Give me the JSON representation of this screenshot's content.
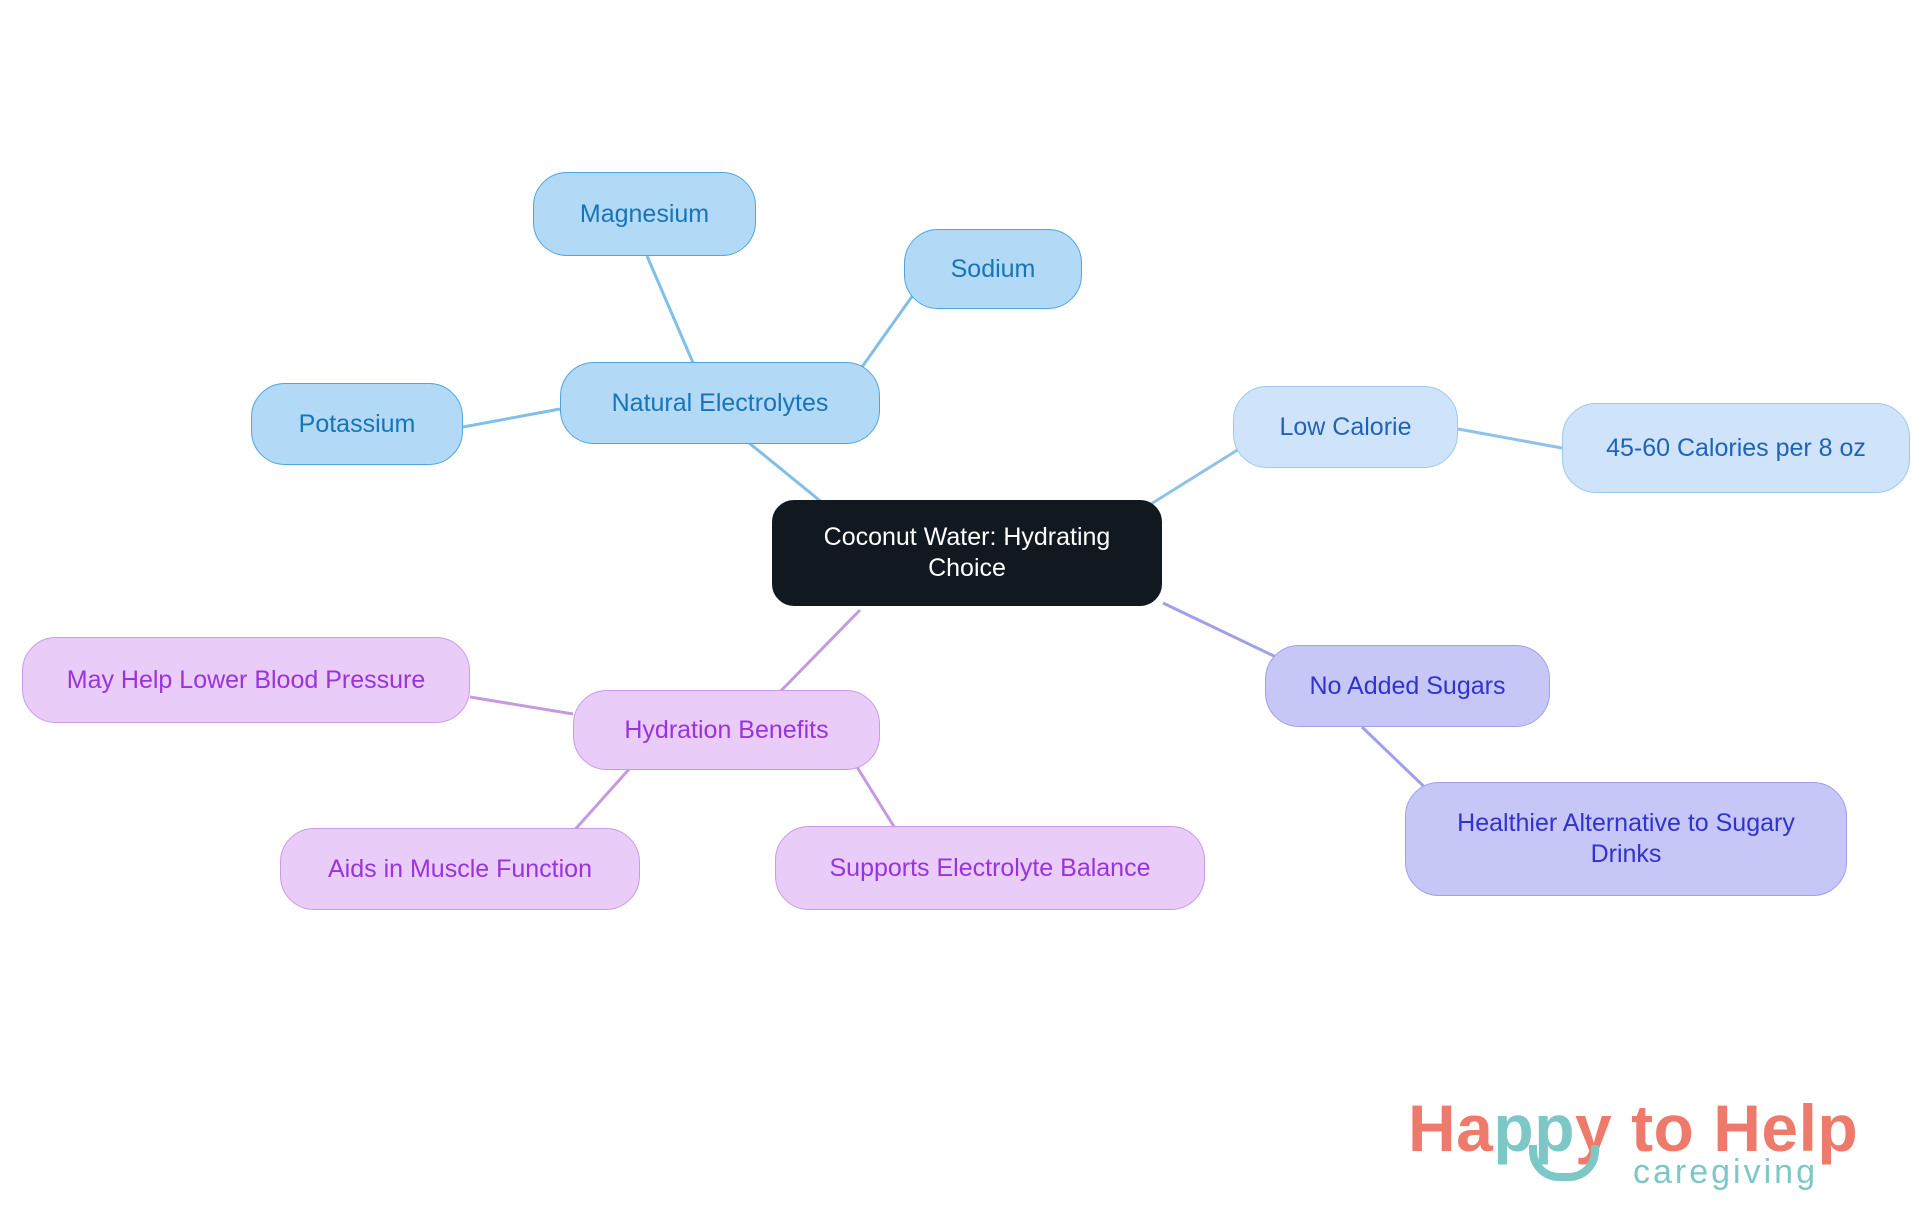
{
  "diagram": {
    "type": "mindmap",
    "title": "Coconut Water: Hydrating Choice",
    "root": {
      "id": "root",
      "label": "Coconut Water: Hydrating Choice"
    },
    "branches": [
      {
        "id": "natural-electrolytes",
        "label": "Natural Electrolytes",
        "color_fill": "#b2daf6",
        "color_border": "#4fa5dd",
        "color_text": "#1874b8",
        "children": [
          {
            "id": "magnesium",
            "label": "Magnesium"
          },
          {
            "id": "sodium",
            "label": "Sodium"
          },
          {
            "id": "potassium",
            "label": "Potassium"
          }
        ]
      },
      {
        "id": "low-calorie",
        "label": "Low Calorie",
        "color_fill": "#cfe3fa",
        "color_border": "#9fc8ee",
        "color_text": "#1f63b8",
        "children": [
          {
            "id": "calories-per-8oz",
            "label": "45-60 Calories per 8 oz"
          }
        ]
      },
      {
        "id": "no-added-sugars",
        "label": "No Added Sugars",
        "color_fill": "#c6c6f7",
        "color_border": "#a0a0e8",
        "color_text": "#3232cf",
        "children": [
          {
            "id": "healthier-alternative",
            "label": "Healthier Alternative to Sugary Drinks"
          }
        ]
      },
      {
        "id": "hydration-benefits",
        "label": "Hydration Benefits",
        "color_fill": "#e9ccf7",
        "color_border": "#cb9ae6",
        "color_text": "#9933dd",
        "children": [
          {
            "id": "lower-blood-pressure",
            "label": "May Help Lower Blood Pressure"
          },
          {
            "id": "muscle-function",
            "label": "Aids in Muscle Function"
          },
          {
            "id": "electrolyte-balance",
            "label": "Supports Electrolyte Balance"
          }
        ]
      }
    ]
  },
  "nodes": {
    "root": "Coconut Water: Hydrating\nChoice",
    "natural_electrolytes": "Natural Electrolytes",
    "magnesium": "Magnesium",
    "sodium": "Sodium",
    "potassium": "Potassium",
    "low_calorie": "Low Calorie",
    "calories": "45-60 Calories per 8 oz",
    "no_added_sugars": "No Added Sugars",
    "healthier_alternative": "Healthier Alternative to Sugary\nDrinks",
    "hydration_benefits": "Hydration Benefits",
    "lower_blood_pressure": "May Help Lower Blood Pressure",
    "muscle_function": "Aids in Muscle Function",
    "electrolyte_balance": "Supports Electrolyte Balance"
  },
  "logo": {
    "word_happy_ha": "Ha",
    "word_happy_pp": "pp",
    "word_happy_y": "y",
    "word_to_help": " to Help",
    "tagline": "caregiving",
    "color_coral": "#ee7a6b",
    "color_teal": "#7ec7c7"
  }
}
